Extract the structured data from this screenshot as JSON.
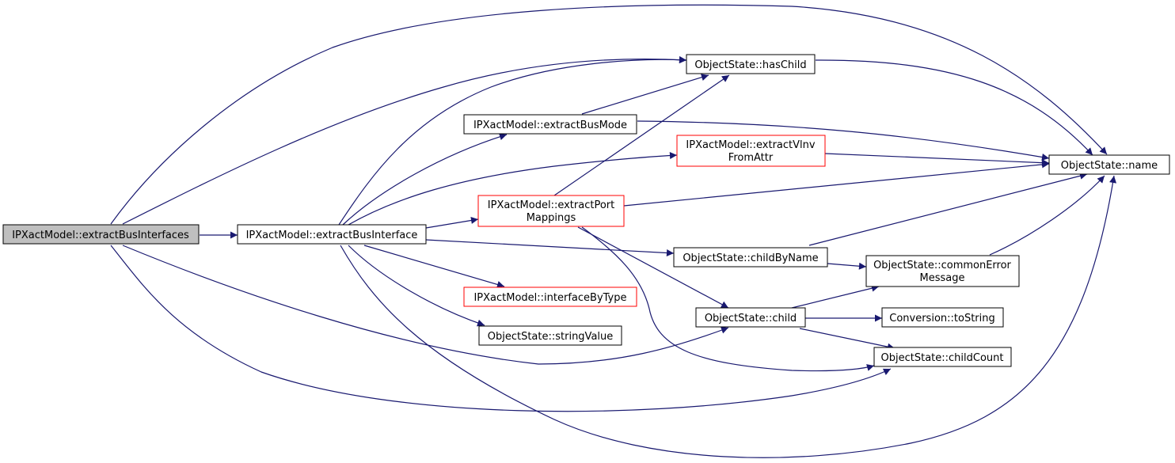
{
  "nodes": {
    "extractBusInterfaces": {
      "lines": [
        "IPXactModel::extractBusInterfaces"
      ]
    },
    "extractBusInterface": {
      "lines": [
        "IPXactModel::extractBusInterface"
      ]
    },
    "hasChild": {
      "lines": [
        "ObjectState::hasChild"
      ]
    },
    "extractBusMode": {
      "lines": [
        "IPXactModel::extractBusMode"
      ]
    },
    "extractVlnvFromAttr": {
      "lines": [
        "IPXactModel::extractVlnv",
        "FromAttr"
      ]
    },
    "extractPortMappings": {
      "lines": [
        "IPXactModel::extractPort",
        "Mappings"
      ]
    },
    "name": {
      "lines": [
        "ObjectState::name"
      ]
    },
    "childByName": {
      "lines": [
        "ObjectState::childByName"
      ]
    },
    "commonErrorMessage": {
      "lines": [
        "ObjectState::commonError",
        "Message"
      ]
    },
    "interfaceByType": {
      "lines": [
        "IPXactModel::interfaceByType"
      ]
    },
    "stringValue": {
      "lines": [
        "ObjectState::stringValue"
      ]
    },
    "child": {
      "lines": [
        "ObjectState::child"
      ]
    },
    "toString": {
      "lines": [
        "Conversion::toString"
      ]
    },
    "childCount": {
      "lines": [
        "ObjectState::childCount"
      ]
    }
  },
  "colors": {
    "edge": "#191970",
    "root_fill": "#bfbfbf",
    "undocumented_border": "#ff0000",
    "node_border": "#000000"
  }
}
